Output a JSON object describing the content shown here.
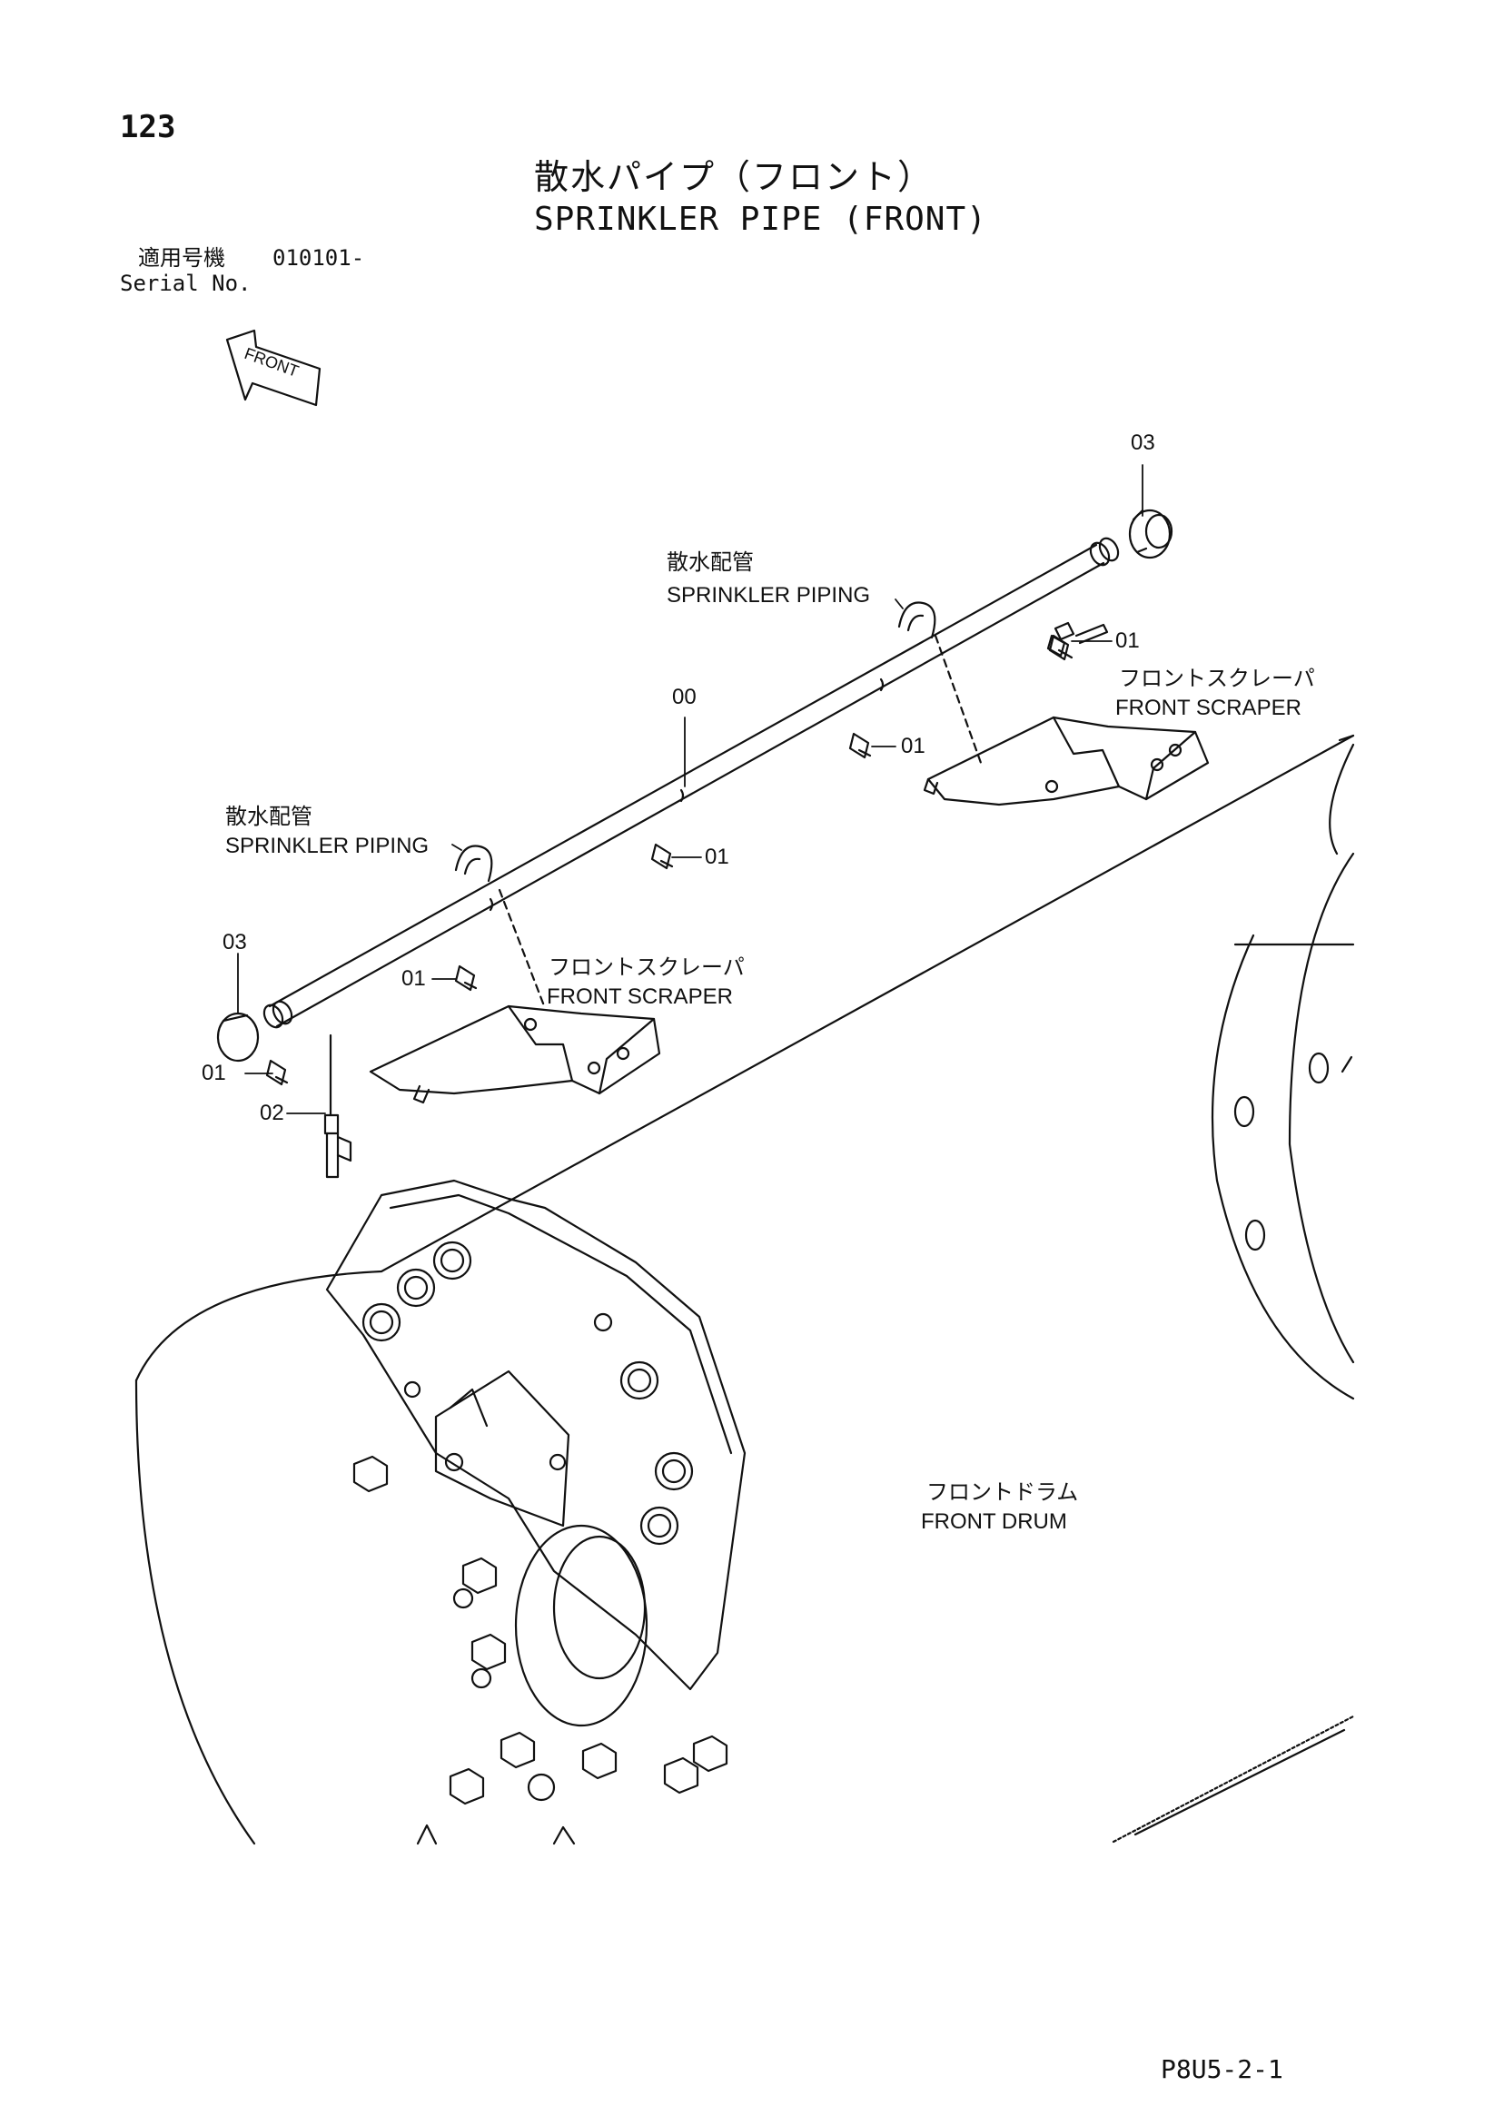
{
  "page_number": "123",
  "title": {
    "japanese": "散水パイプ（フロント）",
    "english": "SPRINKLER PIPE (FRONT)"
  },
  "serial": {
    "label_ja": "適用号機",
    "value": "010101-",
    "label_en": "Serial No."
  },
  "front_arrow_label": "FRONT",
  "callouts": {
    "c00": "00",
    "c03_top": "03",
    "c03_left": "03",
    "c01_a": "01",
    "c01_b": "01",
    "c01_c": "01",
    "c01_d": "01",
    "c01_e": "01",
    "c02": "02"
  },
  "labels": {
    "piping_top_ja": "散水配管",
    "piping_top_en": "SPRINKLER PIPING",
    "piping_left_ja": "散水配管",
    "piping_left_en": "SPRINKLER PIPING",
    "scraper_right_ja": "フロントスクレーパ",
    "scraper_right_en": "FRONT SCRAPER",
    "scraper_mid_ja": "フロントスクレーパ",
    "scraper_mid_en": "FRONT SCRAPER",
    "drum_ja": "フロントドラム",
    "drum_en": "FRONT DRUM"
  },
  "drawing_number": "P8U5-2-1"
}
